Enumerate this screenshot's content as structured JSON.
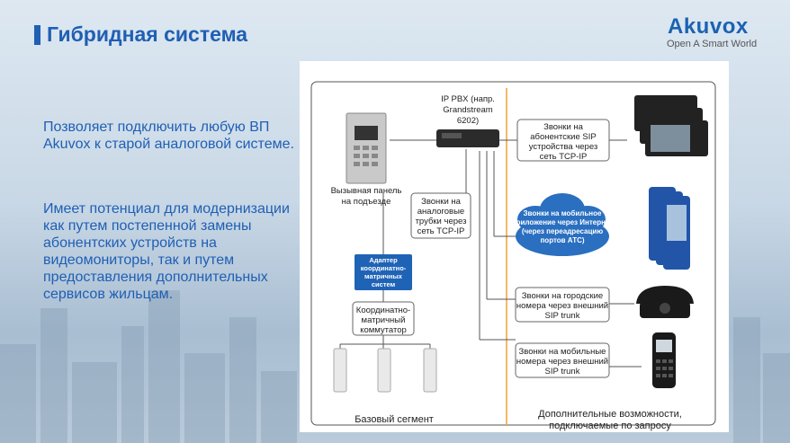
{
  "header": {
    "title": "Гибридная система",
    "logo": "Akuvox",
    "logo_tagline": "Open A Smart World"
  },
  "description": {
    "paragraph1": "Позволяет подключить любую ВП Akuvox к старой аналоговой системе.",
    "paragraph2": "Имеет потенциал для модернизации как путем постепенной замены абонентских устройств на видеомониторы, так и путем предоставления дополнительных сервисов жильцам."
  },
  "diagram": {
    "pbx_label": [
      "IP PBX (напр.",
      "Grandstream",
      "6202)"
    ],
    "door_panel_label": [
      "Вызывная панель",
      "на подъезде"
    ],
    "analog_calls_box": [
      "Звонки на",
      "аналоговые",
      "трубки через",
      "сеть TCP-IP"
    ],
    "adapter_box": [
      "Адаптер",
      "координатно-",
      "матричных",
      "систем"
    ],
    "switch_box": [
      "Координатно-",
      "матричный",
      "коммутатор"
    ],
    "sip_calls_box": [
      "Звонки на",
      "абонентские SIP",
      "устройства через",
      "сеть TCP-IP"
    ],
    "cloud_box": [
      "Звонки на мобильное",
      "приложение через Интернет",
      "(через переадресацию",
      "портов АТС)"
    ],
    "landline_box": [
      "Звонки на городские",
      "номера через внешний",
      "SIP trunk"
    ],
    "mobile_box": [
      "Звонки на мобильные",
      "номера через внешний",
      "SIP trunk"
    ],
    "base_segment": "Базовый сегмент",
    "extra_segment": [
      "Дополнительные возможности,",
      "подключаемые по запросу"
    ]
  },
  "colors": {
    "accent": "#1f5fb4",
    "divider": "#f0a030",
    "adapter": "#1f63b6",
    "cloud": "#2a6fc0"
  }
}
